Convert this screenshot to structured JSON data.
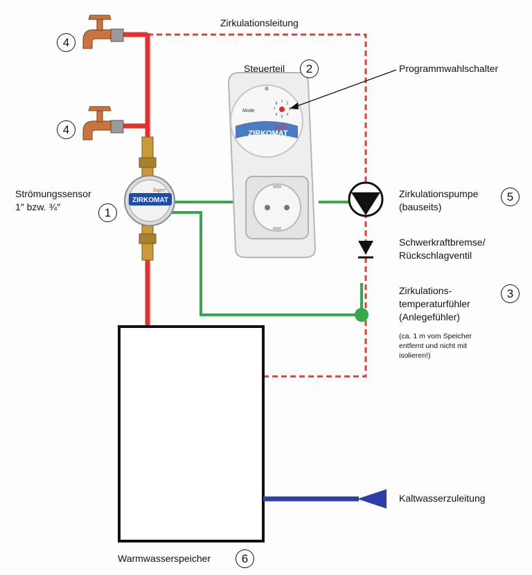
{
  "labels": {
    "zirkulationsleitung": "Zirkulationsleitung",
    "steuerteil": "Steuerteil",
    "programmwahlschalter": "Programmwahlschalter",
    "stroemungssensor": [
      "Strömungssensor",
      "1″ bzw. ¾″"
    ],
    "zirkulationspumpe": [
      "Zirkulationspumpe",
      "(bauseits)"
    ],
    "schwerkraftbremse": [
      "Schwerkraftbremse/",
      "Rückschlagventil"
    ],
    "temperaturfuehler": [
      "Zirkulations-",
      "temperaturfühler",
      "(Anlegefühler)"
    ],
    "note": [
      "(ca. 1 m vom Speicher",
      "entfernt und nicht mit",
      "isolieren!)"
    ],
    "kaltwasser": "Kaltwasserzuleitung",
    "warmwasserspeicher": "Warmwasserspeicher"
  },
  "numbers": {
    "tap_top": "4",
    "tap_bottom": "4",
    "steuerteil": "2",
    "sensor": "1",
    "pumpe": "5",
    "fuehler": "3",
    "speicher": "6"
  },
  "device": {
    "mode_label": "Mode",
    "dial_digits": [
      "1",
      "2",
      "3",
      "4",
      "5",
      "6",
      "7",
      "8"
    ],
    "brand": "ZIRKOMAT",
    "brand_script": "Super"
  },
  "colors": {
    "hot_pipe": "#e8302c",
    "circulation_dashed": "#d9413a",
    "signal_cable": "#35a84d",
    "cold_pipe": "#2b3fa6",
    "tap_copper": "#c8743e",
    "brass": "#c99a3c",
    "device_white": "#eeeeee",
    "brand_blue": "#1f4fa5"
  }
}
